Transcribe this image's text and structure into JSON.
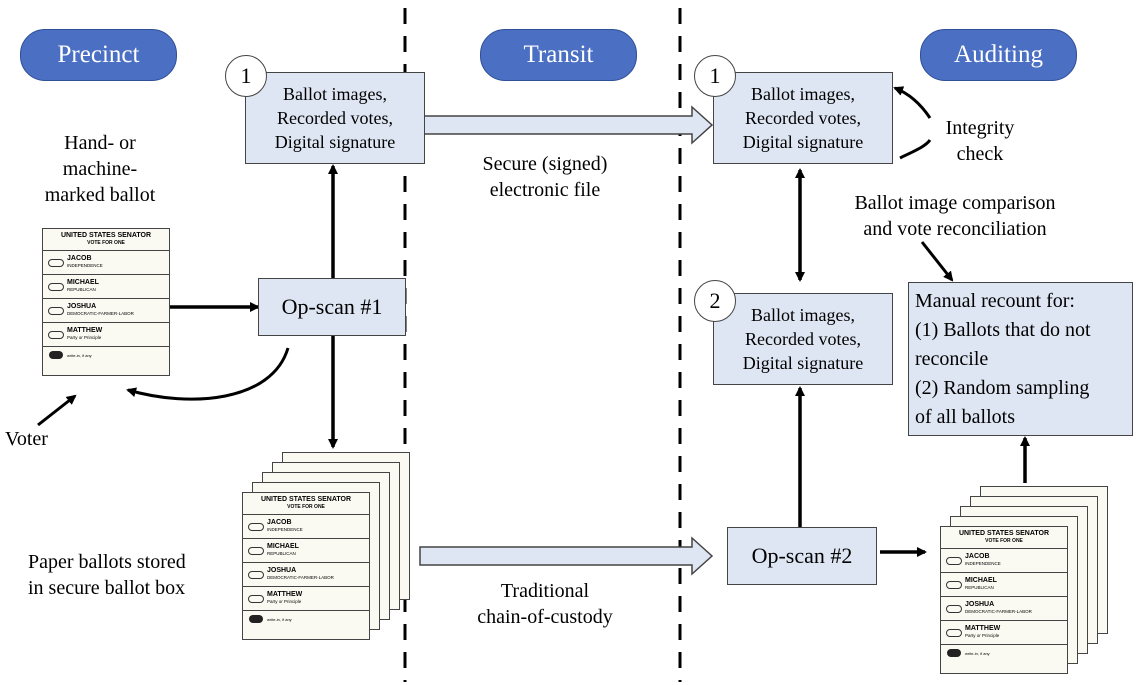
{
  "headers": {
    "precinct": "Precinct",
    "transit": "Transit",
    "auditing": "Auditing"
  },
  "box_content": {
    "line1": "Ballot images,",
    "line2": "Recorded votes,",
    "line3": "Digital signature"
  },
  "circles": {
    "one": "1",
    "two": "2"
  },
  "left": {
    "hand_line1": "Hand- or",
    "hand_line2": "machine-",
    "hand_line3": "marked ballot",
    "voter": "Voter",
    "stored_line1": "Paper ballots stored",
    "stored_line2": "in secure ballot box"
  },
  "transit": {
    "file_line1": "Secure (signed)",
    "file_line2": "electronic file",
    "custody_line1": "Traditional",
    "custody_line2": "chain-of-custody"
  },
  "ops": {
    "op1": "Op-scan #1",
    "op2": "Op-scan #2"
  },
  "audit": {
    "integrity_line1": "Integrity",
    "integrity_line2": "check",
    "compare_line1": "Ballot image comparison",
    "compare_line2": "and vote reconciliation",
    "recount_line1": "Manual recount for:",
    "recount_line2": "(1) Ballots that do not",
    "recount_line3": "reconcile",
    "recount_line4": "(2) Random sampling",
    "recount_line5": "of all ballots"
  },
  "ballot": {
    "title": "UNITED STATES SENATOR",
    "subtitle": "VOTE FOR ONE",
    "candidates": [
      {
        "name": "JACOB",
        "party": "INDEPENDENCE"
      },
      {
        "name": "MICHAEL",
        "party": "REPUBLICAN"
      },
      {
        "name": "JOSHUA",
        "party": "DEMOCRATIC-FARMER-LABOR"
      },
      {
        "name": "MATTHEW",
        "party": "Party or Principle"
      }
    ],
    "writein": "write-in, if any"
  },
  "colors": {
    "pill": "#4a6fc3",
    "box": "#dfe6f3",
    "ballot": "#fbfaf2"
  }
}
